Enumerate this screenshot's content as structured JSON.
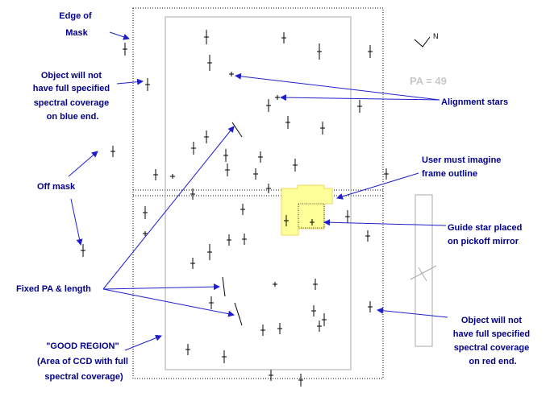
{
  "annotations": {
    "edge_of_mask": [
      "Edge of",
      "Mask"
    ],
    "object_blue": [
      "Object will not",
      "have full specified",
      "spectral coverage",
      "on blue end."
    ],
    "off_mask": "Off mask",
    "fixed_pa": "Fixed PA & length",
    "good_region": [
      "\"GOOD REGION\"",
      "(Area of CCD with full",
      "spectral coverage)"
    ],
    "alignment_stars": "Alignment stars",
    "imagine_frame": [
      "User must imagine",
      "frame outline"
    ],
    "guide_star": [
      "Guide star placed",
      "on pickoff mirror"
    ],
    "object_red": [
      "Object will not",
      "have full specified",
      "spectral coverage",
      "on red end."
    ]
  },
  "pa_label": "PA = 49",
  "compass_label": "N",
  "colors": {
    "annotation_text": "#00008b",
    "arrow": "#1f1fd0",
    "guide_box_fill": "#ffff99",
    "guide_box_stroke": "#e8d860",
    "ccd_outline": "#aaaaaa",
    "pa_text": "#c8c8c8"
  }
}
